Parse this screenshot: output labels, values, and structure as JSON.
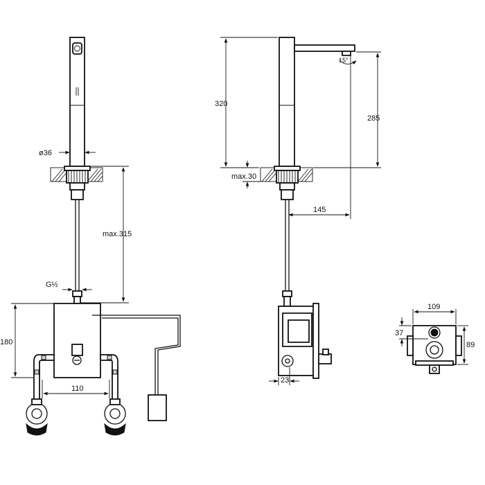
{
  "dimensions": {
    "diameter": "ø36",
    "max_depth": "max.315",
    "thread": "G½",
    "box_height": "180",
    "inlet_spacing": "110",
    "height_total": "320",
    "spout_height": "285",
    "deck_max": "max.30",
    "reach": "145",
    "box_depth_offset": "23",
    "box_width": "109",
    "inlet_offset": "37",
    "box_side_height": "89"
  },
  "colors": {
    "line": "#111111",
    "background": "#ffffff"
  }
}
